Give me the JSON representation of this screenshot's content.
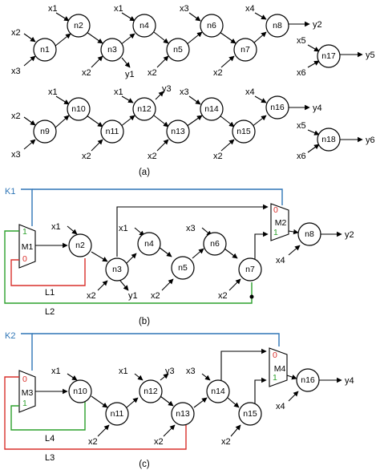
{
  "panel_a": {
    "caption": "(a)",
    "nodes": [
      "n1",
      "n2",
      "n3",
      "n4",
      "n5",
      "n6",
      "n7",
      "n8",
      "n17",
      "n9",
      "n10",
      "n11",
      "n12",
      "n13",
      "n14",
      "n15",
      "n16",
      "n18"
    ],
    "inputs": [
      "x1",
      "x2",
      "x3",
      "x4",
      "x5",
      "x6"
    ],
    "outputs": [
      "y1",
      "y2",
      "y3",
      "y4",
      "y5",
      "y6"
    ]
  },
  "panel_b": {
    "caption": "(b)",
    "key": "K1",
    "mux_labels": [
      "M1",
      "M2"
    ],
    "select_labels": [
      "0",
      "1"
    ],
    "loop_labels": [
      "L1",
      "L2"
    ],
    "nodes": [
      "n2",
      "n3",
      "n4",
      "n5",
      "n6",
      "n7",
      "n8"
    ],
    "inputs": [
      "x1",
      "x2",
      "x3",
      "x4"
    ],
    "outputs": [
      "y1",
      "y2"
    ]
  },
  "panel_c": {
    "caption": "(c)",
    "key": "K2",
    "mux_labels": [
      "M3",
      "M4"
    ],
    "select_labels": [
      "0",
      "1"
    ],
    "loop_labels": [
      "L4",
      "L3"
    ],
    "nodes": [
      "n10",
      "n11",
      "n12",
      "n13",
      "n14",
      "n15",
      "n16"
    ],
    "inputs": [
      "x1",
      "x2",
      "x3",
      "x4"
    ],
    "outputs": [
      "y3",
      "y4"
    ]
  },
  "colors": {
    "key_wire": "#2e75b6",
    "select_0": "#d9302c",
    "select_1": "#2ca02c"
  }
}
